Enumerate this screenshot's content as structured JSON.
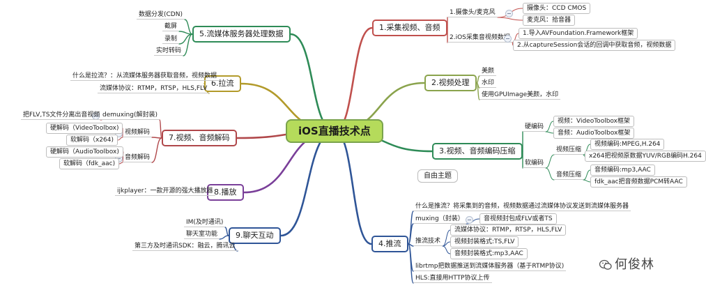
{
  "colors": {
    "b1": "#c0504d",
    "b2": "#8aa34c",
    "b3": "#2e8b57",
    "b4": "#2f5597",
    "b5": "#2e8b57",
    "b6": "#b29a2a",
    "b7": "#b0474a",
    "b8": "#7a3f99",
    "b9": "#2f5597",
    "center_fill": "#b5db5b"
  },
  "center": "iOS直播技术点",
  "free_topic": "自由主题",
  "watermark": "何俊林",
  "branches": {
    "b1": {
      "title": "1.采集视频、音频",
      "n1": "1.摄像头/麦克风",
      "n1a": "摄像头：CCD CMOS",
      "n1b": "麦克风：拾音器",
      "n2": "2.iOS采集音视频数据",
      "n2a": "1.导入AVFoundation.Framework框架",
      "n2b": "2.从captureSession会话的回调中获取音频，视频数据"
    },
    "b2": {
      "title": "2.视频处理",
      "a": "美颜",
      "b": "水印",
      "c": "使用GPUImage美颜，水印"
    },
    "b3": {
      "title": "3.视频、音频编码压缩",
      "hw": "硬编码",
      "hw1": "视频：VideoToolbox框架",
      "hw2": "音频：AudioToolbox框架",
      "sw": "软编码",
      "vc": "视频压缩",
      "vc1": "视频编码:MPEG,H.264",
      "vc2": "x264把视频原数据YUV/RGB编码H.264",
      "ac": "音频压缩",
      "ac1": "音频编码:mp3,AAC",
      "ac2": "fdk_aac把音频数据PCM转AAC"
    },
    "b4": {
      "title": "4.推流",
      "q": "什么是推流？将采集到的音频，视频数据通过流媒体协议发送到流媒体服务器",
      "mux": "muxing（封装）",
      "mux1": "音视频封包成FLV或者TS",
      "tech": "推流技术",
      "t1": "流媒体协议：RTMP，RTSP，HLS,FLV",
      "t2": "视频封装格式:TS,FLV",
      "t3": "音频封装格式:mp3,AAC",
      "lib": "librtmp把数据推送到流媒体服务器（基于RTMP协议)",
      "hls": "HLS:直接用HTTP协议上传"
    },
    "b5": {
      "title": "5.流媒体服务器处理数据",
      "a": "数据分发(CDN)",
      "b": "截屏",
      "c": "录制",
      "d": "实时转码"
    },
    "b6": {
      "title": "6.拉流",
      "a": "什么是拉流？：从流媒体服务器获取音频，视频数据",
      "b": "流媒体协议：RTMP，RTSP，HLS,FLV"
    },
    "b7": {
      "title": "7.视频、音频解码",
      "demux": "demuxing(解封装)",
      "demux1": "把FLV,TS文件分离出音视频",
      "vd": "视频解码",
      "vd1": "硬解码（VideoToolbox)",
      "vd2": "软解码（x264)",
      "ad": "音频解码",
      "ad1": "硬解码（AudioToolbox)",
      "ad2": "软解码（fdk_aac)"
    },
    "b8": {
      "title": "8.播放",
      "a": "ijkplayer：一款开源的强大播放器"
    },
    "b9": {
      "title": "9.聊天互动",
      "a": "IM(及时通讯)",
      "b": "聊天室功能",
      "c": "第三方及时通讯SDK：融云，腾讯云"
    }
  }
}
